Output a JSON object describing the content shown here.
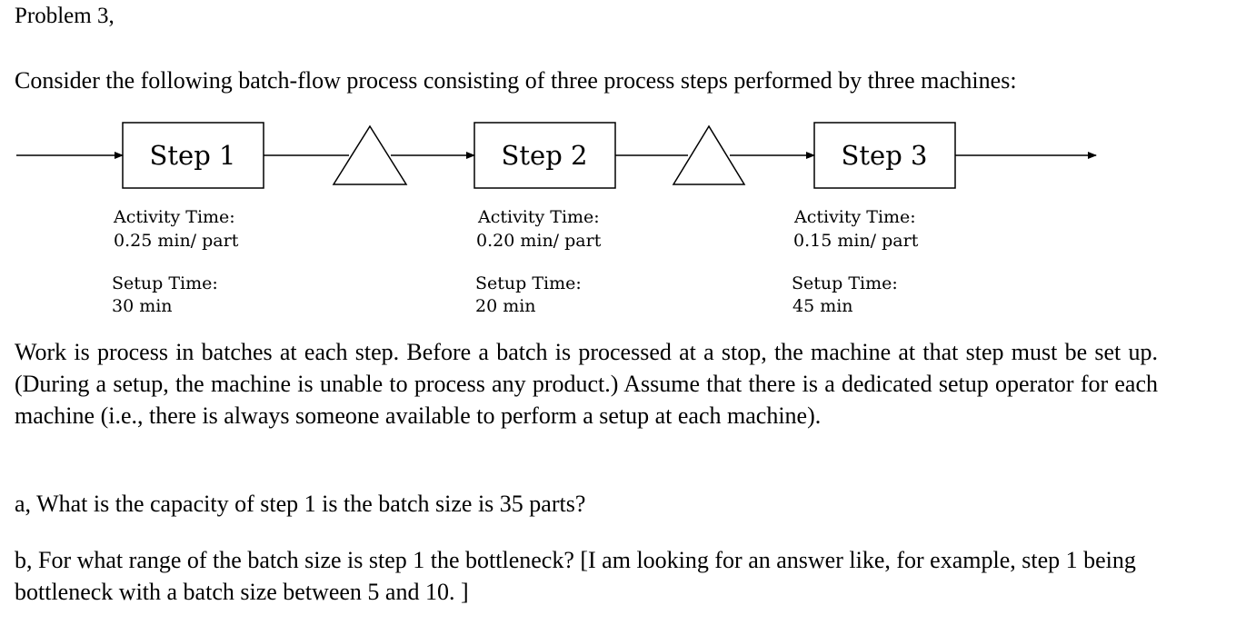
{
  "problem_title": "Problem 3,",
  "intro": "Consider the following batch-flow process consisting of three process steps performed by three machines:",
  "diagram": {
    "steps": [
      {
        "label": "Step 1",
        "activity_label": "Activity Time:",
        "activity_value": "0.25 min/ part",
        "setup_label": "Setup Time:",
        "setup_value": "30 min"
      },
      {
        "label": "Step 2",
        "activity_label": "Activity Time:",
        "activity_value": "0.20 min/ part",
        "setup_label": "Setup Time:",
        "setup_value": "20 min"
      },
      {
        "label": "Step 3",
        "activity_label": "Activity Time:",
        "activity_value": "0.15 min/ part",
        "setup_label": "Setup Time:",
        "setup_value": "45 min"
      }
    ]
  },
  "paragraph": "Work is process in batches at each step. Before a batch is processed at a stop, the machine at that step must be set up. (During a setup, the machine is unable to process any product.) Assume that there is a dedicated setup operator for each machine (i.e., there is always someone available to perform a setup at each machine).",
  "question_a": "a, What is the capacity of step 1 is the batch size is 35 parts?",
  "question_b": "b, For what range of the batch size is step 1 the bottleneck? [I am looking for an answer like, for example, step 1 being bottleneck with a batch size between 5 and 10. ]"
}
